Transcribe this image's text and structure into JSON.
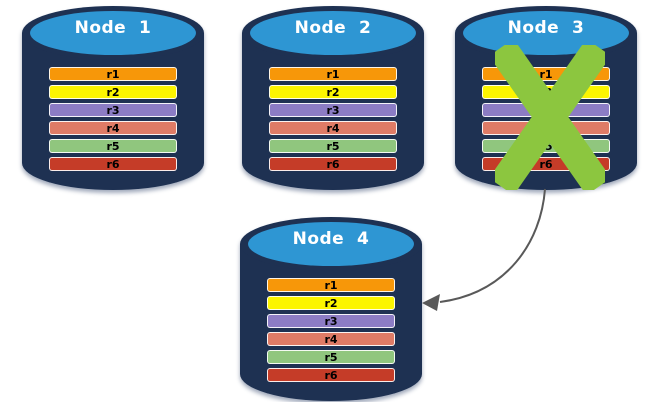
{
  "diagram": {
    "description": "Database replication diagram: four database nodes each storing rows r1-r6; Node 3 has failed (crossed out) and its data is replicated to new Node 4",
    "nodes": [
      {
        "id": "node-1",
        "label": "Node  1",
        "rows": [
          "r1",
          "r2",
          "r3",
          "r4",
          "r5",
          "r6"
        ],
        "failed": false
      },
      {
        "id": "node-2",
        "label": "Node  2",
        "rows": [
          "r1",
          "r2",
          "r3",
          "r4",
          "r5",
          "r6"
        ],
        "failed": false
      },
      {
        "id": "node-3",
        "label": "Node  3",
        "rows": [
          "r1",
          "r2",
          "r3",
          "r4",
          "r5",
          "r6"
        ],
        "failed": true
      },
      {
        "id": "node-4",
        "label": "Node  4",
        "rows": [
          "r1",
          "r2",
          "r3",
          "r4",
          "r5",
          "r6"
        ],
        "failed": false
      }
    ],
    "arrow": {
      "from": "node-3",
      "to": "node-4"
    }
  },
  "colors": {
    "background": "#FFFFFF",
    "cylinder_body": "#1E3152",
    "cylinder_top": "#2E96D3",
    "title_text": "#FFFFFF",
    "row_text": "#000000",
    "row_colors": {
      "r1": "#F79709",
      "r2": "#FCF500",
      "r3": "#8C7CC4",
      "r4": "#DF7B66",
      "r5": "#90C67E",
      "r6": "#C53C28"
    },
    "cross": "#8CC63F",
    "arrow": "#595959"
  }
}
